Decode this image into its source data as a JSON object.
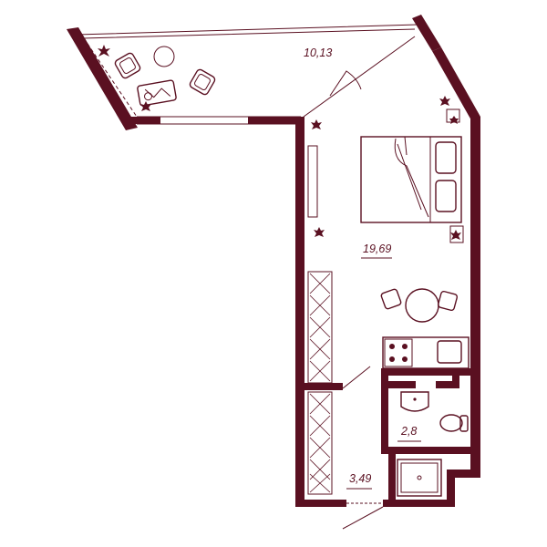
{
  "colors": {
    "wall": "#5a1021",
    "background": "#ffffff"
  },
  "rooms": {
    "balcony": {
      "area": "10,13"
    },
    "living": {
      "area": "19,69"
    },
    "bathroom": {
      "area": "2,8"
    },
    "hall": {
      "area": "3,49"
    }
  },
  "icons": [
    "plant-icon",
    "armchair-icon",
    "round-table-icon",
    "double-bed-icon",
    "pillow-icon",
    "dining-chair-icon",
    "kitchen-hob-icon",
    "kitchen-sink-icon",
    "washbasin-icon",
    "toilet-icon",
    "shower-tray-icon",
    "door-swing-icon",
    "wardrobe-icon"
  ]
}
